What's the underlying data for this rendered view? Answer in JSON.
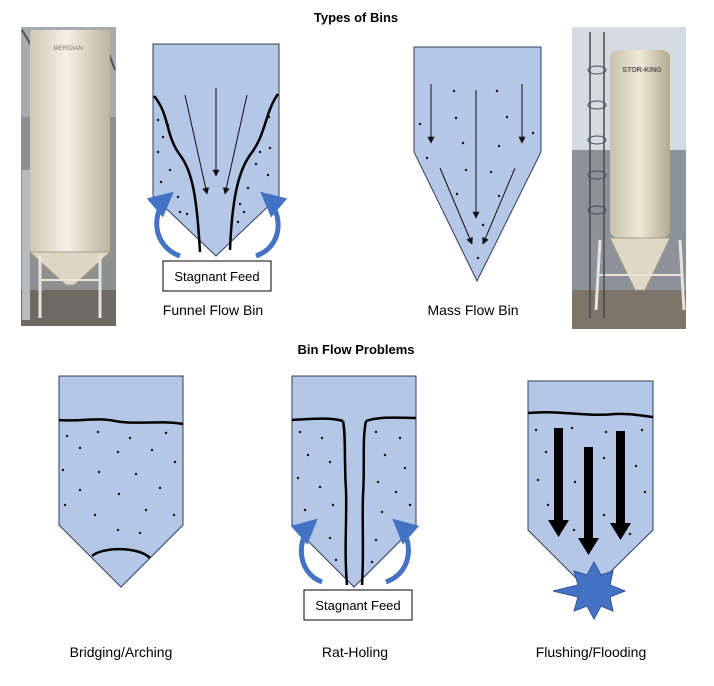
{
  "titles": {
    "types": "Types of Bins",
    "problems": "Bin Flow Problems"
  },
  "labels": {
    "funnel": "Funnel Flow Bin",
    "mass": "Mass Flow Bin",
    "bridging": "Bridging/Arching",
    "ratholing": "Rat-Holing",
    "flushing": "Flushing/Flooding"
  },
  "callouts": {
    "funnel_stagnant": "Stagnant Feed",
    "ratholing_stagnant": "Stagnant Feed"
  },
  "photos": {
    "left_brand": "MERIDIAN",
    "right_brand": "STOR-KING"
  },
  "colors": {
    "bin_fill": "#b4c7e7",
    "arrow_blue": "#4472c4",
    "outline": "#2f3e5a",
    "starburst": "#4472c4"
  }
}
